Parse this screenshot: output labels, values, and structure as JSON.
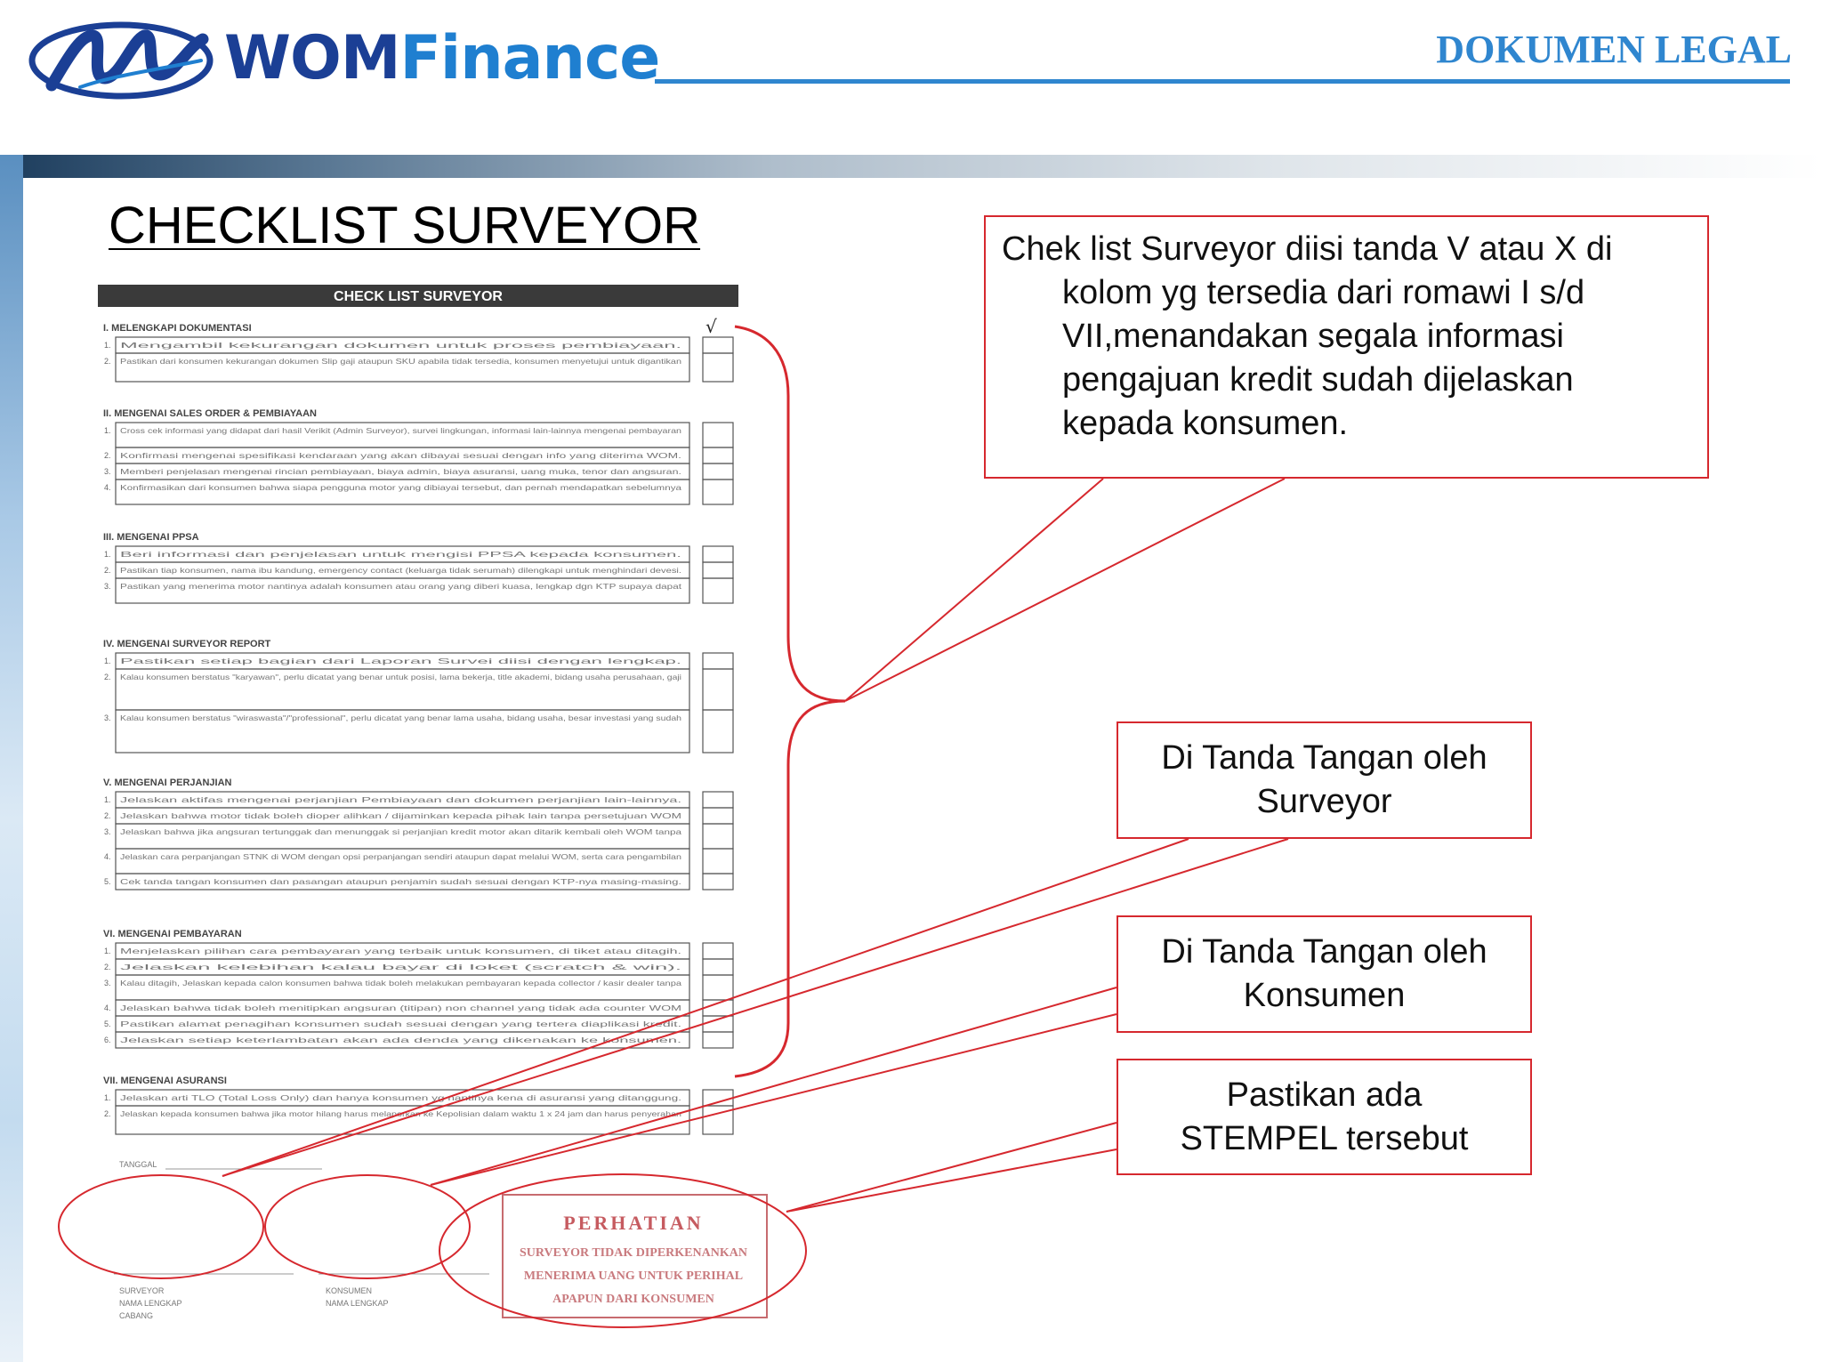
{
  "header": {
    "brand_a": "WOM",
    "brand_b": "Finance",
    "doc_title": "DOKUMEN LEGAL",
    "colors": {
      "brand_dark": "#1b3f95",
      "brand_light": "#1f7fd0",
      "accent": "#2f86cf"
    }
  },
  "title": "CHECKLIST SURVEYOR",
  "form": {
    "heading": "CHECK LIST SURVEYOR",
    "check_mark": "√",
    "sections": [
      {
        "title": "I.   MELENGKAPI DOKUMENTASI",
        "rows": [
          {
            "no": "1.",
            "text": "Mengambil kekurangan dokumen untuk proses pembiayaan."
          },
          {
            "no": "2.",
            "text": "Pastikan dari konsumen kekurangan dokumen Slip gaji ataupun SKU apabila tidak tersedia, konsumen menyetujui untuk digantikan"
          }
        ]
      },
      {
        "title": "II.  MENGENAI SALES ORDER & PEMBIAYAAN",
        "rows": [
          {
            "no": "1.",
            "text": "Cross cek informasi yang didapat dari hasil Verikit (Admin Surveyor), survei lingkungan, informasi lain-lainnya mengenai pembayaran"
          },
          {
            "no": "2.",
            "text": "Konfirmasi mengenai spesifikasi kendaraan yang akan dibayai sesuai dengan info yang diterima WOM."
          },
          {
            "no": "3.",
            "text": "Memberi penjelasan mengenai rincian pembiayaan, biaya admin, biaya asuransi, uang muka, tenor dan angsuran."
          },
          {
            "no": "4.",
            "text": "Konfirmasikan dari konsumen bahwa siapa pengguna motor yang dibiayai tersebut, dan pernah mendapatkan sebelumnya"
          }
        ]
      },
      {
        "title": "III. MENGENAI PPSA",
        "rows": [
          {
            "no": "1.",
            "text": "Beri informasi dan penjelasan untuk mengisi PPSA kepada konsumen."
          },
          {
            "no": "2.",
            "text": "Pastikan tiap konsumen, nama ibu kandung, emergency contact (keluarga tidak serumah) dilengkapi untuk menghindari devesi."
          },
          {
            "no": "3.",
            "text": "Pastikan yang menerima motor nantinya adalah konsumen atau orang yang diberi kuasa, lengkap dgn KTP supaya dapat"
          }
        ]
      },
      {
        "title": "IV.  MENGENAI SURVEYOR REPORT",
        "rows": [
          {
            "no": "1.",
            "text": "Pastikan setiap bagian dari Laporan Survei diisi dengan lengkap."
          },
          {
            "no": "2.",
            "text": "Kalau konsumen berstatus \"karyawan\", perlu dicatat yang benar untuk posisi, lama bekerja, title akademi, bidang usaha perusahaan, gaji"
          },
          {
            "no": "3.",
            "text": "Kalau konsumen berstatus \"wiraswasta\"/\"professional\", perlu dicatat yang benar lama usaha, bidang usaha, besar investasi yang sudah"
          }
        ]
      },
      {
        "title": "V.   MENGENAI PERJANJIAN",
        "rows": [
          {
            "no": "1.",
            "text": "Jelaskan aktifas mengenai perjanjian Pembiayaan dan dokumen perjanjian lain-lainnya."
          },
          {
            "no": "2.",
            "text": "Jelaskan bahwa motor tidak boleh dioper alihkan / dijaminkan kepada pihak lain tanpa persetujuan WOM"
          },
          {
            "no": "3.",
            "text": "Jelaskan bahwa jika angsuran tertunggak dan menunggak si perjanjian kredit motor akan ditarik kembali oleh WOM tanpa"
          },
          {
            "no": "4.",
            "text": "Jelaskan cara perpanjangan STNK di WOM dengan opsi perpanjangan sendiri ataupun dapat melalui WOM, serta cara pengambilan"
          },
          {
            "no": "5.",
            "text": "Cek tanda tangan konsumen dan pasangan ataupun penjamin sudah sesuai dengan KTP-nya masing-masing."
          }
        ]
      },
      {
        "title": "VI.  MENGENAI PEMBAYARAN",
        "rows": [
          {
            "no": "1.",
            "text": "Menjelaskan pilihan cara pembayaran yang terbaik untuk konsumen, di tiket atau ditagih."
          },
          {
            "no": "2.",
            "text": "Jelaskan kelebihan kalau bayar di loket (scratch & win)."
          },
          {
            "no": "3.",
            "text": "Kalau ditagih, Jelaskan kepada calon konsumen bahwa tidak boleh melakukan pembayaran kepada collector / kasir dealer tanpa"
          },
          {
            "no": "4.",
            "text": "Jelaskan bahwa tidak boleh menitipkan angsuran (titipan) non channel yang tidak ada counter WOM"
          },
          {
            "no": "5.",
            "text": "Pastikan alamat penagihan konsumen sudah sesuai dengan yang tertera diaplikasi kredit."
          },
          {
            "no": "6.",
            "text": "Jelaskan setiap keterlambatan akan ada denda yang dikenakan ke konsumen."
          }
        ]
      },
      {
        "title": "VII. MENGENAI ASURANSI",
        "rows": [
          {
            "no": "1.",
            "text": "Jelaskan arti TLO (Total Loss Only) dan hanya konsumen yg nantinya kena di asuransi yang ditanggung."
          },
          {
            "no": "2.",
            "text": "Jelaskan kepada konsumen bahwa jika motor hilang harus melaporkan ke Kepolisian dalam waktu 1 x 24 jam dan harus penyerahan"
          }
        ]
      }
    ],
    "date_label": "TANGGAL",
    "signature_surveyor": [
      "SURVEYOR",
      "NAMA LENGKAP",
      "CABANG"
    ],
    "signature_konsumen": [
      "KONSUMEN",
      "NAMA LENGKAP"
    ],
    "stamp": {
      "title": "PERHATIAN",
      "lines": [
        "SURVEYOR TIDAK DIPERKENANKAN",
        "MENERIMA UANG UNTUK PERIHAL",
        "APAPUN DARI KONSUMEN"
      ]
    }
  },
  "notes": {
    "note1": [
      "Chek list Surveyor diisi tanda V atau X di",
      "kolom yg tersedia dari romawi I s/d",
      "VII,menandakan segala informasi",
      "pengajuan kredit sudah dijelaskan",
      "kepada konsumen."
    ],
    "note2": [
      "Di Tanda Tangan oleh",
      "Surveyor"
    ],
    "note3": [
      "Di Tanda Tangan oleh",
      "Konsumen"
    ],
    "note4": [
      "Pastikan ada",
      "STEMPEL tersebut"
    ],
    "annotation_color": "#d6282e"
  }
}
